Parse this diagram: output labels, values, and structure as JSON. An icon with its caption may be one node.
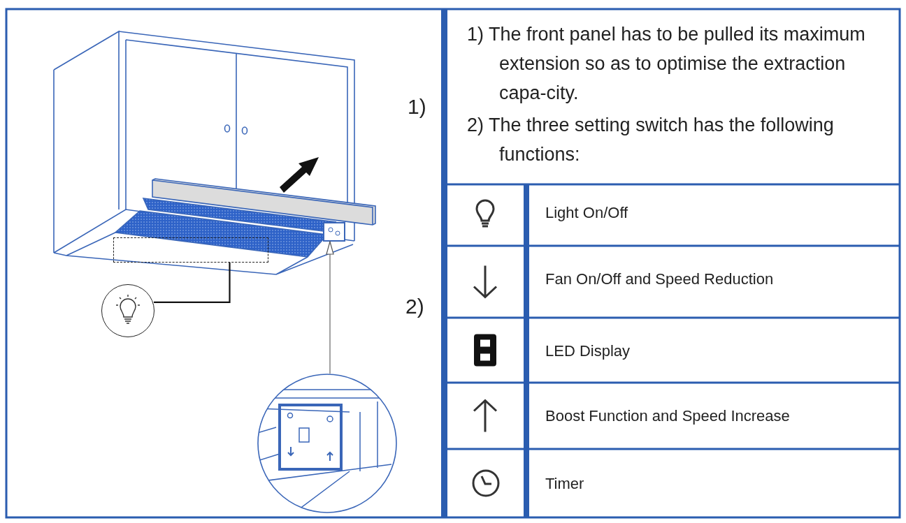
{
  "diagram": {
    "nodes": [
      {
        "text": [],
        "shape": "picture"
      },
      {
        "text": [],
        "shape": "bar",
        "in": 0
      },
      {
        "text": [],
        "shape": "box",
        "in": 0
      },
      {
        "text": [],
        "shape": "circle"
      },
      {
        "text": [],
        "shape": "picture"
      }
    ],
    "edges": [
      {
        "from": 3,
        "to": 1,
        "arrow": "none"
      },
      {
        "from": 4,
        "to": 2,
        "arrow": "to"
      }
    ],
    "labels": [
      "1)",
      "2)",
      "1) The front panel has to be pulled its maximum extension so as to optimise the extraction capa-city.",
      "2) The three setting switch has the following functions:",
      "Light On/Off",
      "Fan On/Off and Speed Reduction",
      "LED Display",
      "Boost Function and Speed Increase",
      "Timer"
    ]
  }
}
